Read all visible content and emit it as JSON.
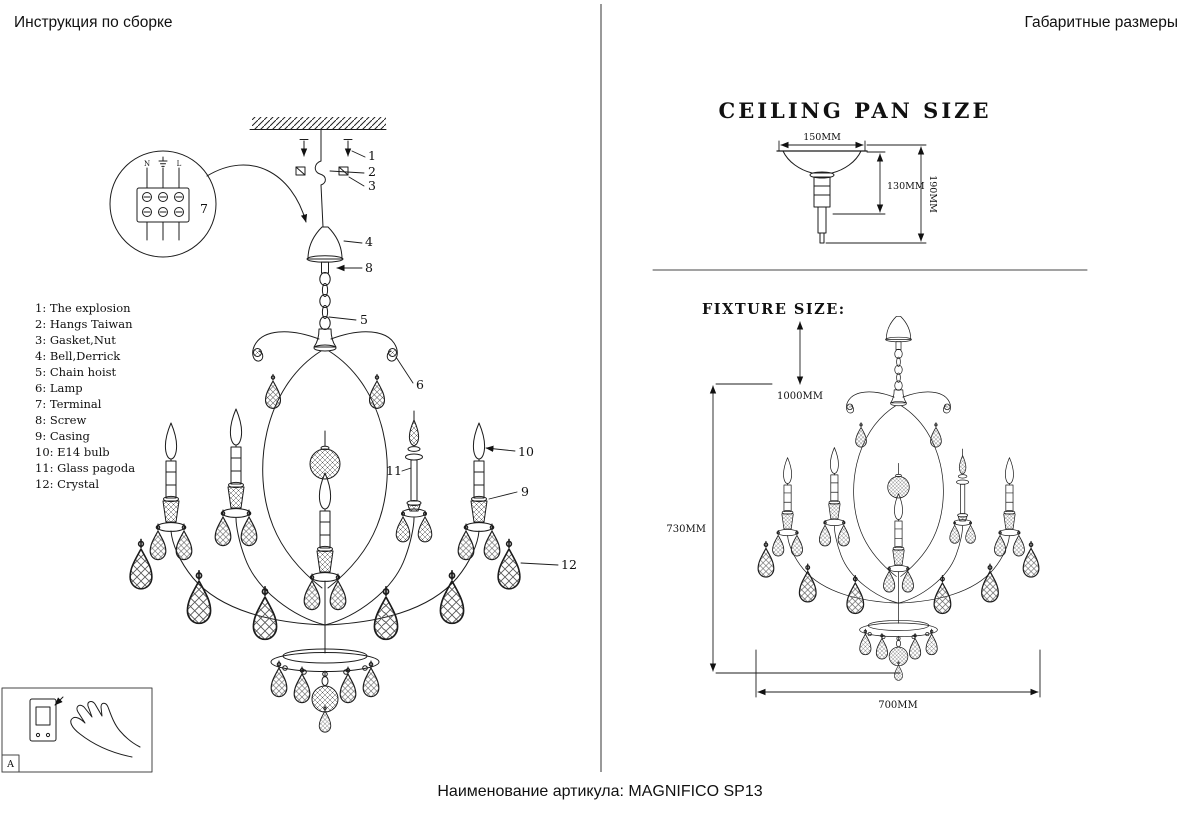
{
  "header": {
    "left": "Инструкция по сборке",
    "right": "Габаритные размеры"
  },
  "footer": {
    "label": "Наименование артикула: MAGNIFICO SP13"
  },
  "assembly": {
    "parts": [
      "1: The explosion",
      "2: Hangs Taiwan",
      "3: Gasket,Nut",
      "4: Bell,Derrick",
      "5: Chain hoist",
      "6: Lamp",
      "7: Terminal",
      "8: Screw",
      "9: Casing",
      "10: E14 bulb",
      "11: Glass pagoda",
      "12: Crystal"
    ],
    "callout_numbers": [
      "1",
      "2",
      "3",
      "4",
      "5",
      "6",
      "7",
      "8",
      "9",
      "10",
      "11",
      "12"
    ],
    "terminal": {
      "n": "N",
      "l": "L"
    },
    "inset_label": "A"
  },
  "size_chart": {
    "ceiling_title": "CEILING PAN SIZE",
    "fixture_title": "FIXTURE SIZE:",
    "pan_width": "150MM",
    "pan_height": "130MM",
    "pan_total_height": "190MM",
    "fixture_drop": "1000MM",
    "fixture_height": "730MM",
    "fixture_width": "700MM"
  }
}
